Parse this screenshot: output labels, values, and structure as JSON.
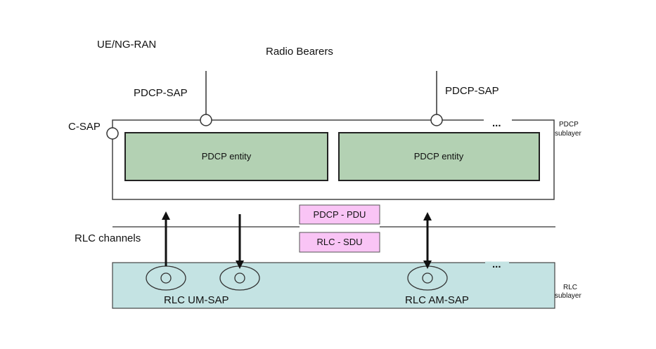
{
  "labels": {
    "side": "UE/NG-RAN",
    "radio_bearers": "Radio Bearers",
    "pdcp_sap_left": "PDCP-SAP",
    "pdcp_sap_right": "PDCP-SAP",
    "c_sap": "C-SAP",
    "pdcp_sublayer_line1": "PDCP",
    "pdcp_sublayer_line2": "sublayer",
    "pdcp_entity_left": "PDCP entity",
    "pdcp_entity_right": "PDCP entity",
    "pdcp_pdu": "PDCP - PDU",
    "rlc_sdu": "RLC - SDU",
    "rlc_channels": "RLC channels",
    "rlc_um_sap": "RLC UM-SAP",
    "rlc_am_sap": "RLC AM-SAP",
    "rlc_sublayer_line1": "RLC",
    "rlc_sublayer_line2": "sublayer",
    "ellipsis_top": "...",
    "ellipsis_bottom": "..."
  },
  "colors": {
    "pdcp_entity_fill": "#b3d1b3",
    "rlc_layer_fill": "#c4e3e3",
    "pdu_box_fill": "#f9c4f5",
    "line": "#333333"
  }
}
